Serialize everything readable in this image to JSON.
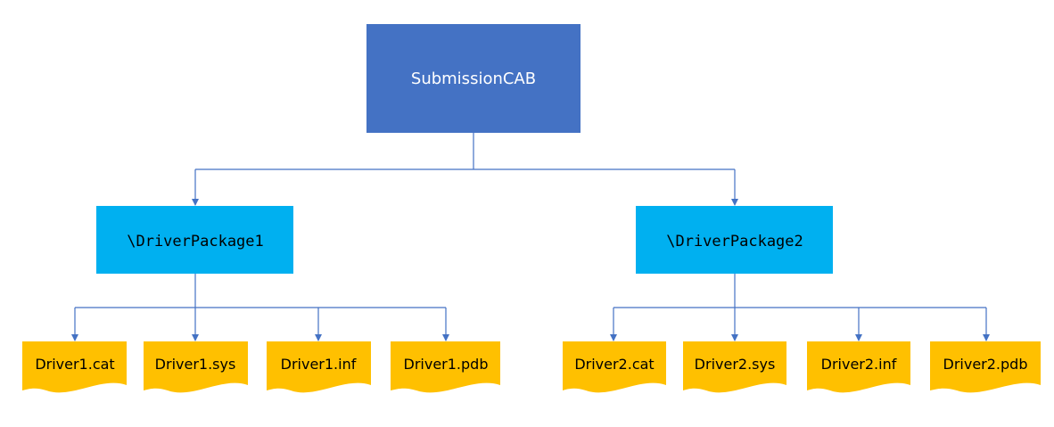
{
  "root": {
    "label": "SubmissionCAB",
    "color": "#4472c4"
  },
  "packages": [
    {
      "label": "\\DriverPackage1",
      "files": [
        "Driver1.cat",
        "Driver1.sys",
        "Driver1.inf",
        "Driver1.pdb"
      ]
    },
    {
      "label": "\\DriverPackage2",
      "files": [
        "Driver2.cat",
        "Driver2.sys",
        "Driver2.inf",
        "Driver2.pdb"
      ]
    }
  ],
  "colors": {
    "root": "#4472c4",
    "package": "#00b0f0",
    "file": "#ffc000",
    "connector": "#4472c4"
  }
}
